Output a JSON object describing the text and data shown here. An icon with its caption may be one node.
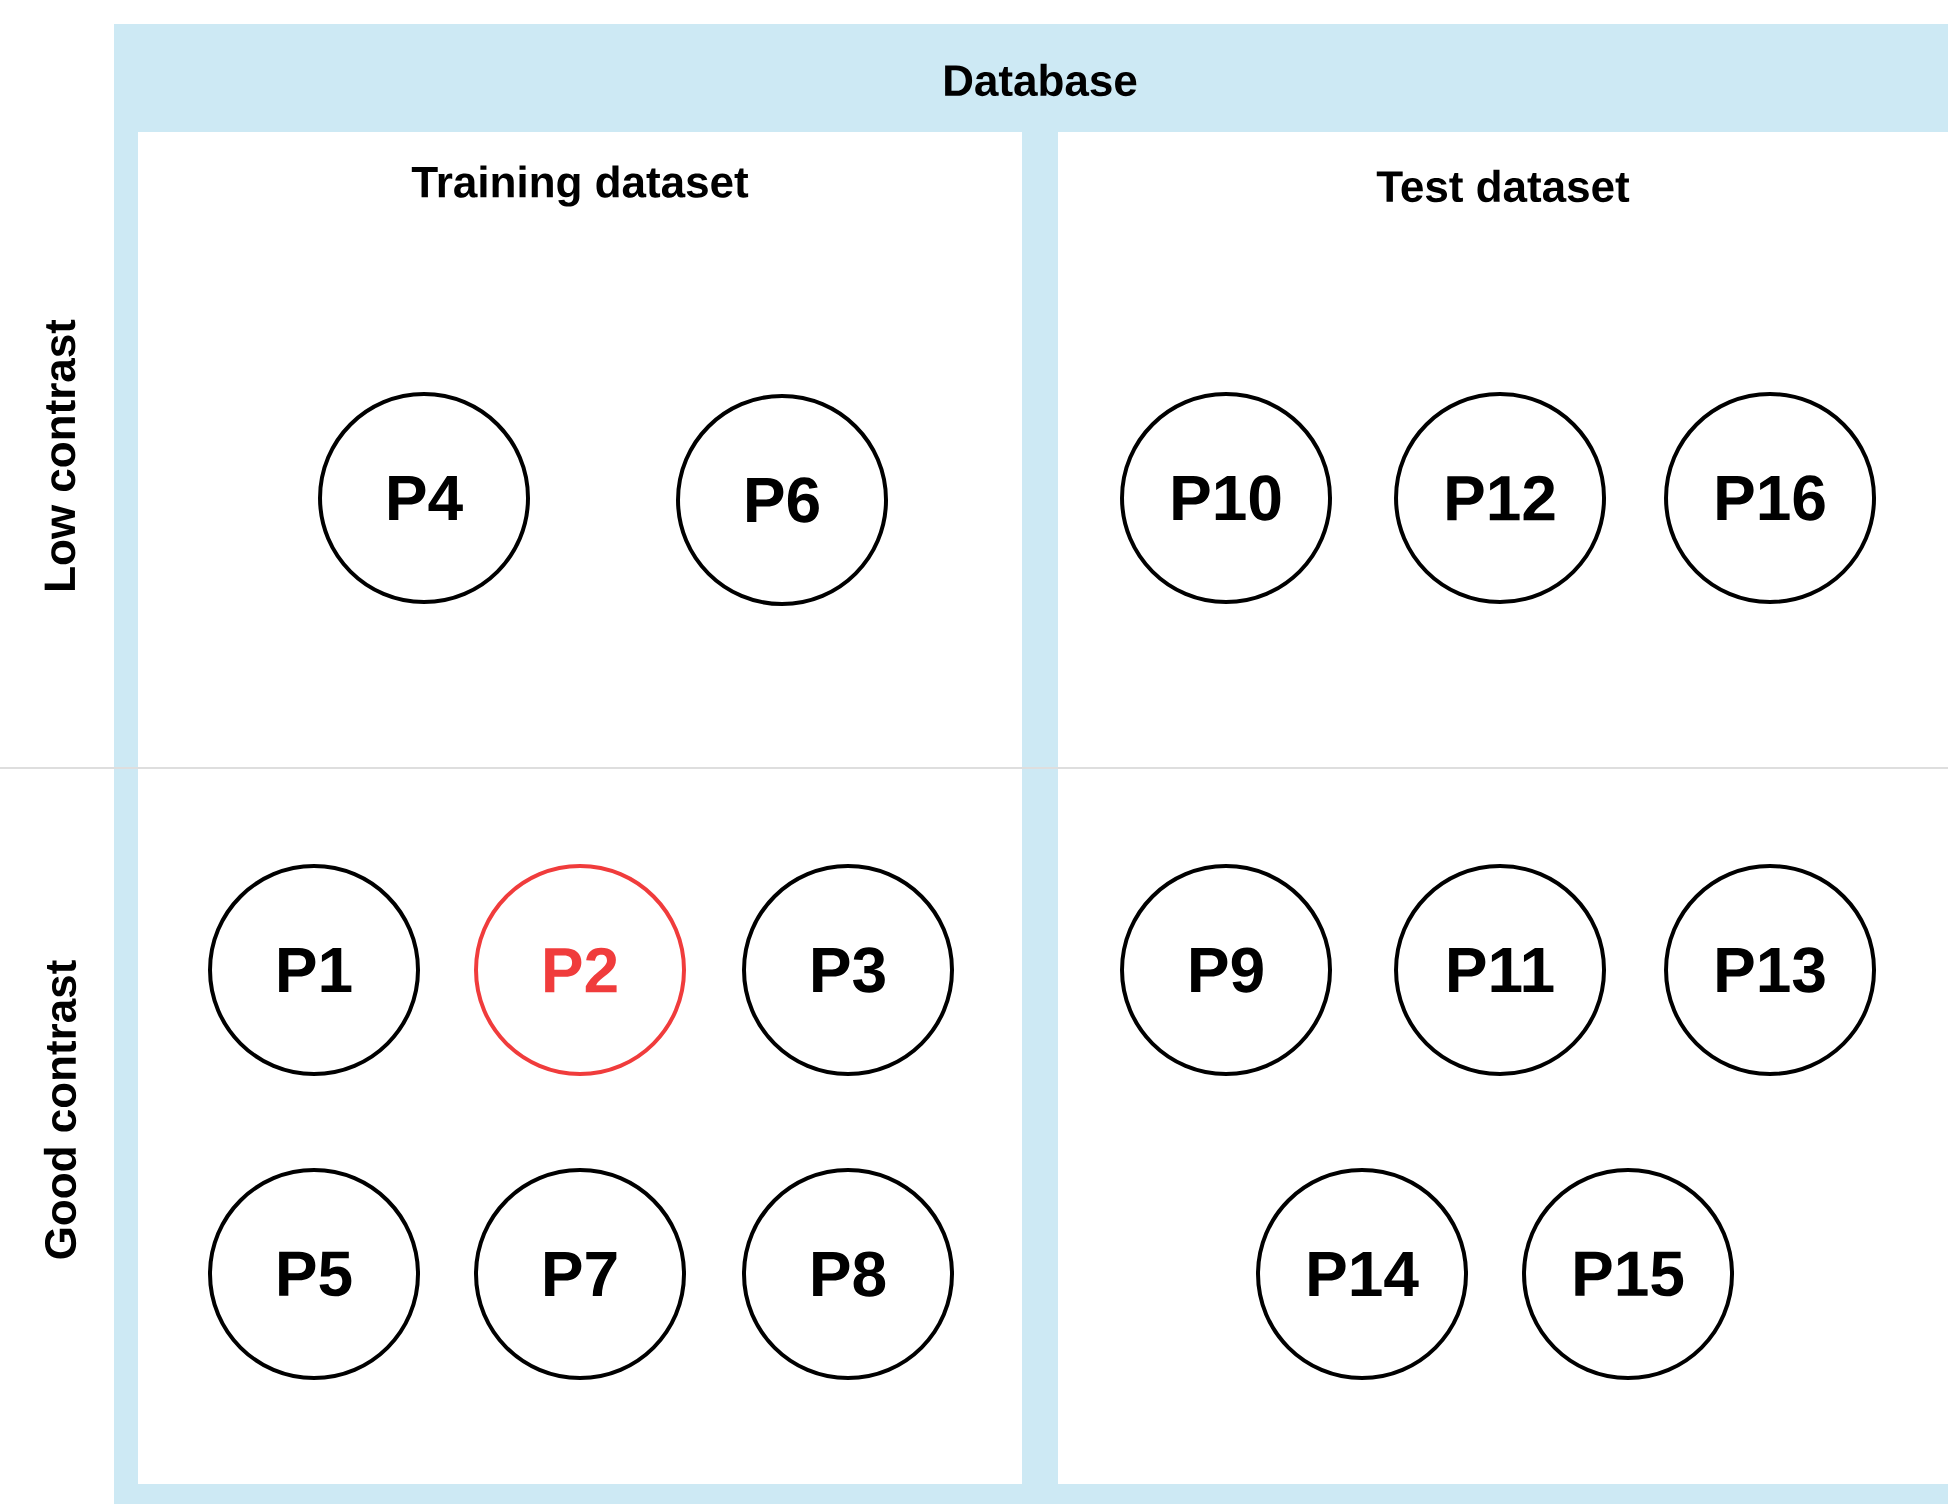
{
  "diagram": {
    "nodes": [
      {
        "text": [
          "Database"
        ]
      },
      {
        "text": [
          "Training dataset"
        ],
        "in": 0
      },
      {
        "text": [
          "Test dataset"
        ],
        "in": 0
      },
      {
        "text": [
          "P4"
        ],
        "in": 1
      },
      {
        "text": [
          "P6"
        ],
        "in": 1
      },
      {
        "text": [
          "P10"
        ],
        "in": 2
      },
      {
        "text": [
          "P12"
        ],
        "in": 2
      },
      {
        "text": [
          "P16"
        ],
        "in": 2
      },
      {
        "text": [
          "P1"
        ],
        "in": 1
      },
      {
        "text": [
          "P2"
        ],
        "in": 1
      },
      {
        "text": [
          "P3"
        ],
        "in": 1
      },
      {
        "text": [
          "P9"
        ],
        "in": 2
      },
      {
        "text": [
          "P11"
        ],
        "in": 2
      },
      {
        "text": [
          "P13"
        ],
        "in": 2
      },
      {
        "text": [
          "P5"
        ],
        "in": 1
      },
      {
        "text": [
          "P7"
        ],
        "in": 1
      },
      {
        "text": [
          "P8"
        ],
        "in": 1
      },
      {
        "text": [
          "P14"
        ],
        "in": 2
      },
      {
        "text": [
          "P15"
        ],
        "in": 2
      }
    ],
    "labels": [
      "Low contrast",
      "Good contrast"
    ]
  }
}
